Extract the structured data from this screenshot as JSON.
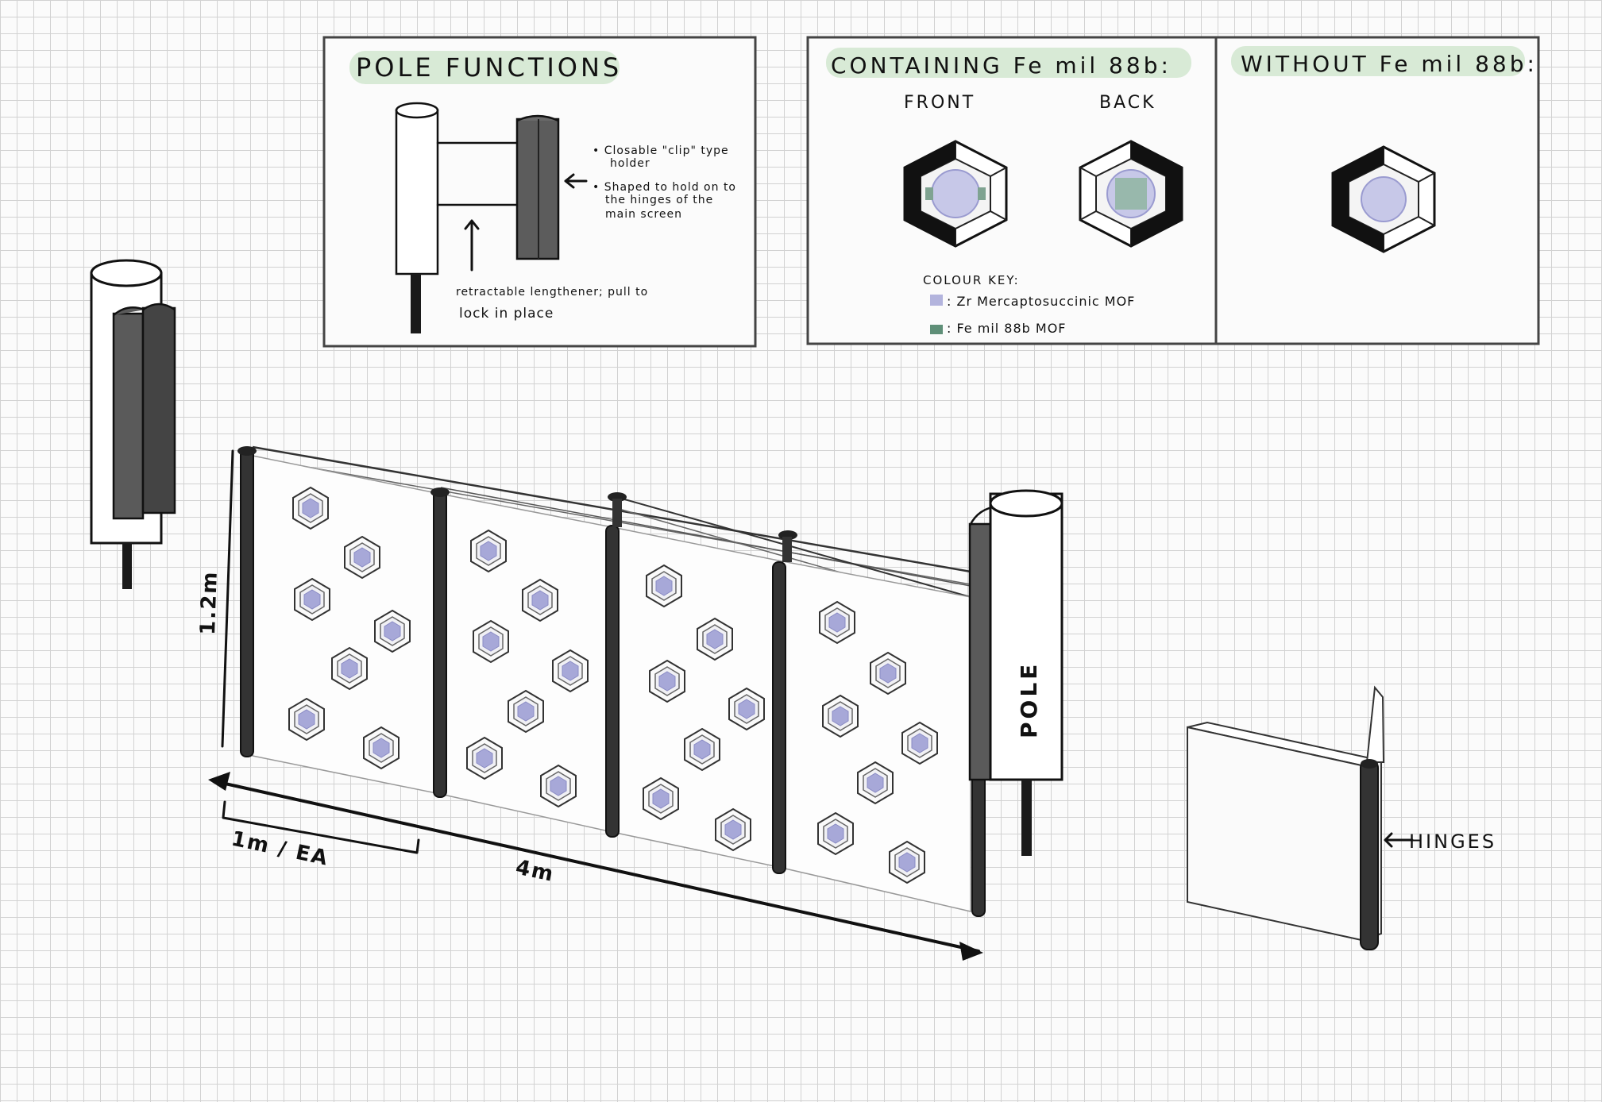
{
  "pole_functions": {
    "title": "POLE FUNCTIONS",
    "note_clip": [
      "• Closable \"clip\" type",
      "holder"
    ],
    "note_shape": [
      "• Shaped to hold on to",
      "the hinges of the",
      "main screen"
    ],
    "note_retract": [
      "retractable lengthener; pull to",
      "lock in place"
    ]
  },
  "containing": {
    "title": "CONTAINING Fe mil 88b:",
    "front_label": "FRONT",
    "back_label": "BACK",
    "key_title": "COLOUR KEY:",
    "key_items": [
      {
        "label": ": Zr Mercaptosuccinic MOF",
        "color": "#b3b4dd"
      },
      {
        "label": ": Fe mil 88b MOF",
        "color": "#5f8f78"
      }
    ]
  },
  "without": {
    "title": "WITHOUT Fe mil 88b:"
  },
  "dimensions": {
    "height": "1.2m",
    "each": "1m / EA",
    "total": "4m"
  },
  "labels": {
    "pole": "POLE",
    "hinges": "HINGES"
  },
  "colors": {
    "highlight": "#d8ead6",
    "mof_purple": "#b3b4dd",
    "fe_green": "#5f8f78",
    "pole_dark": "#5a5a5a"
  }
}
